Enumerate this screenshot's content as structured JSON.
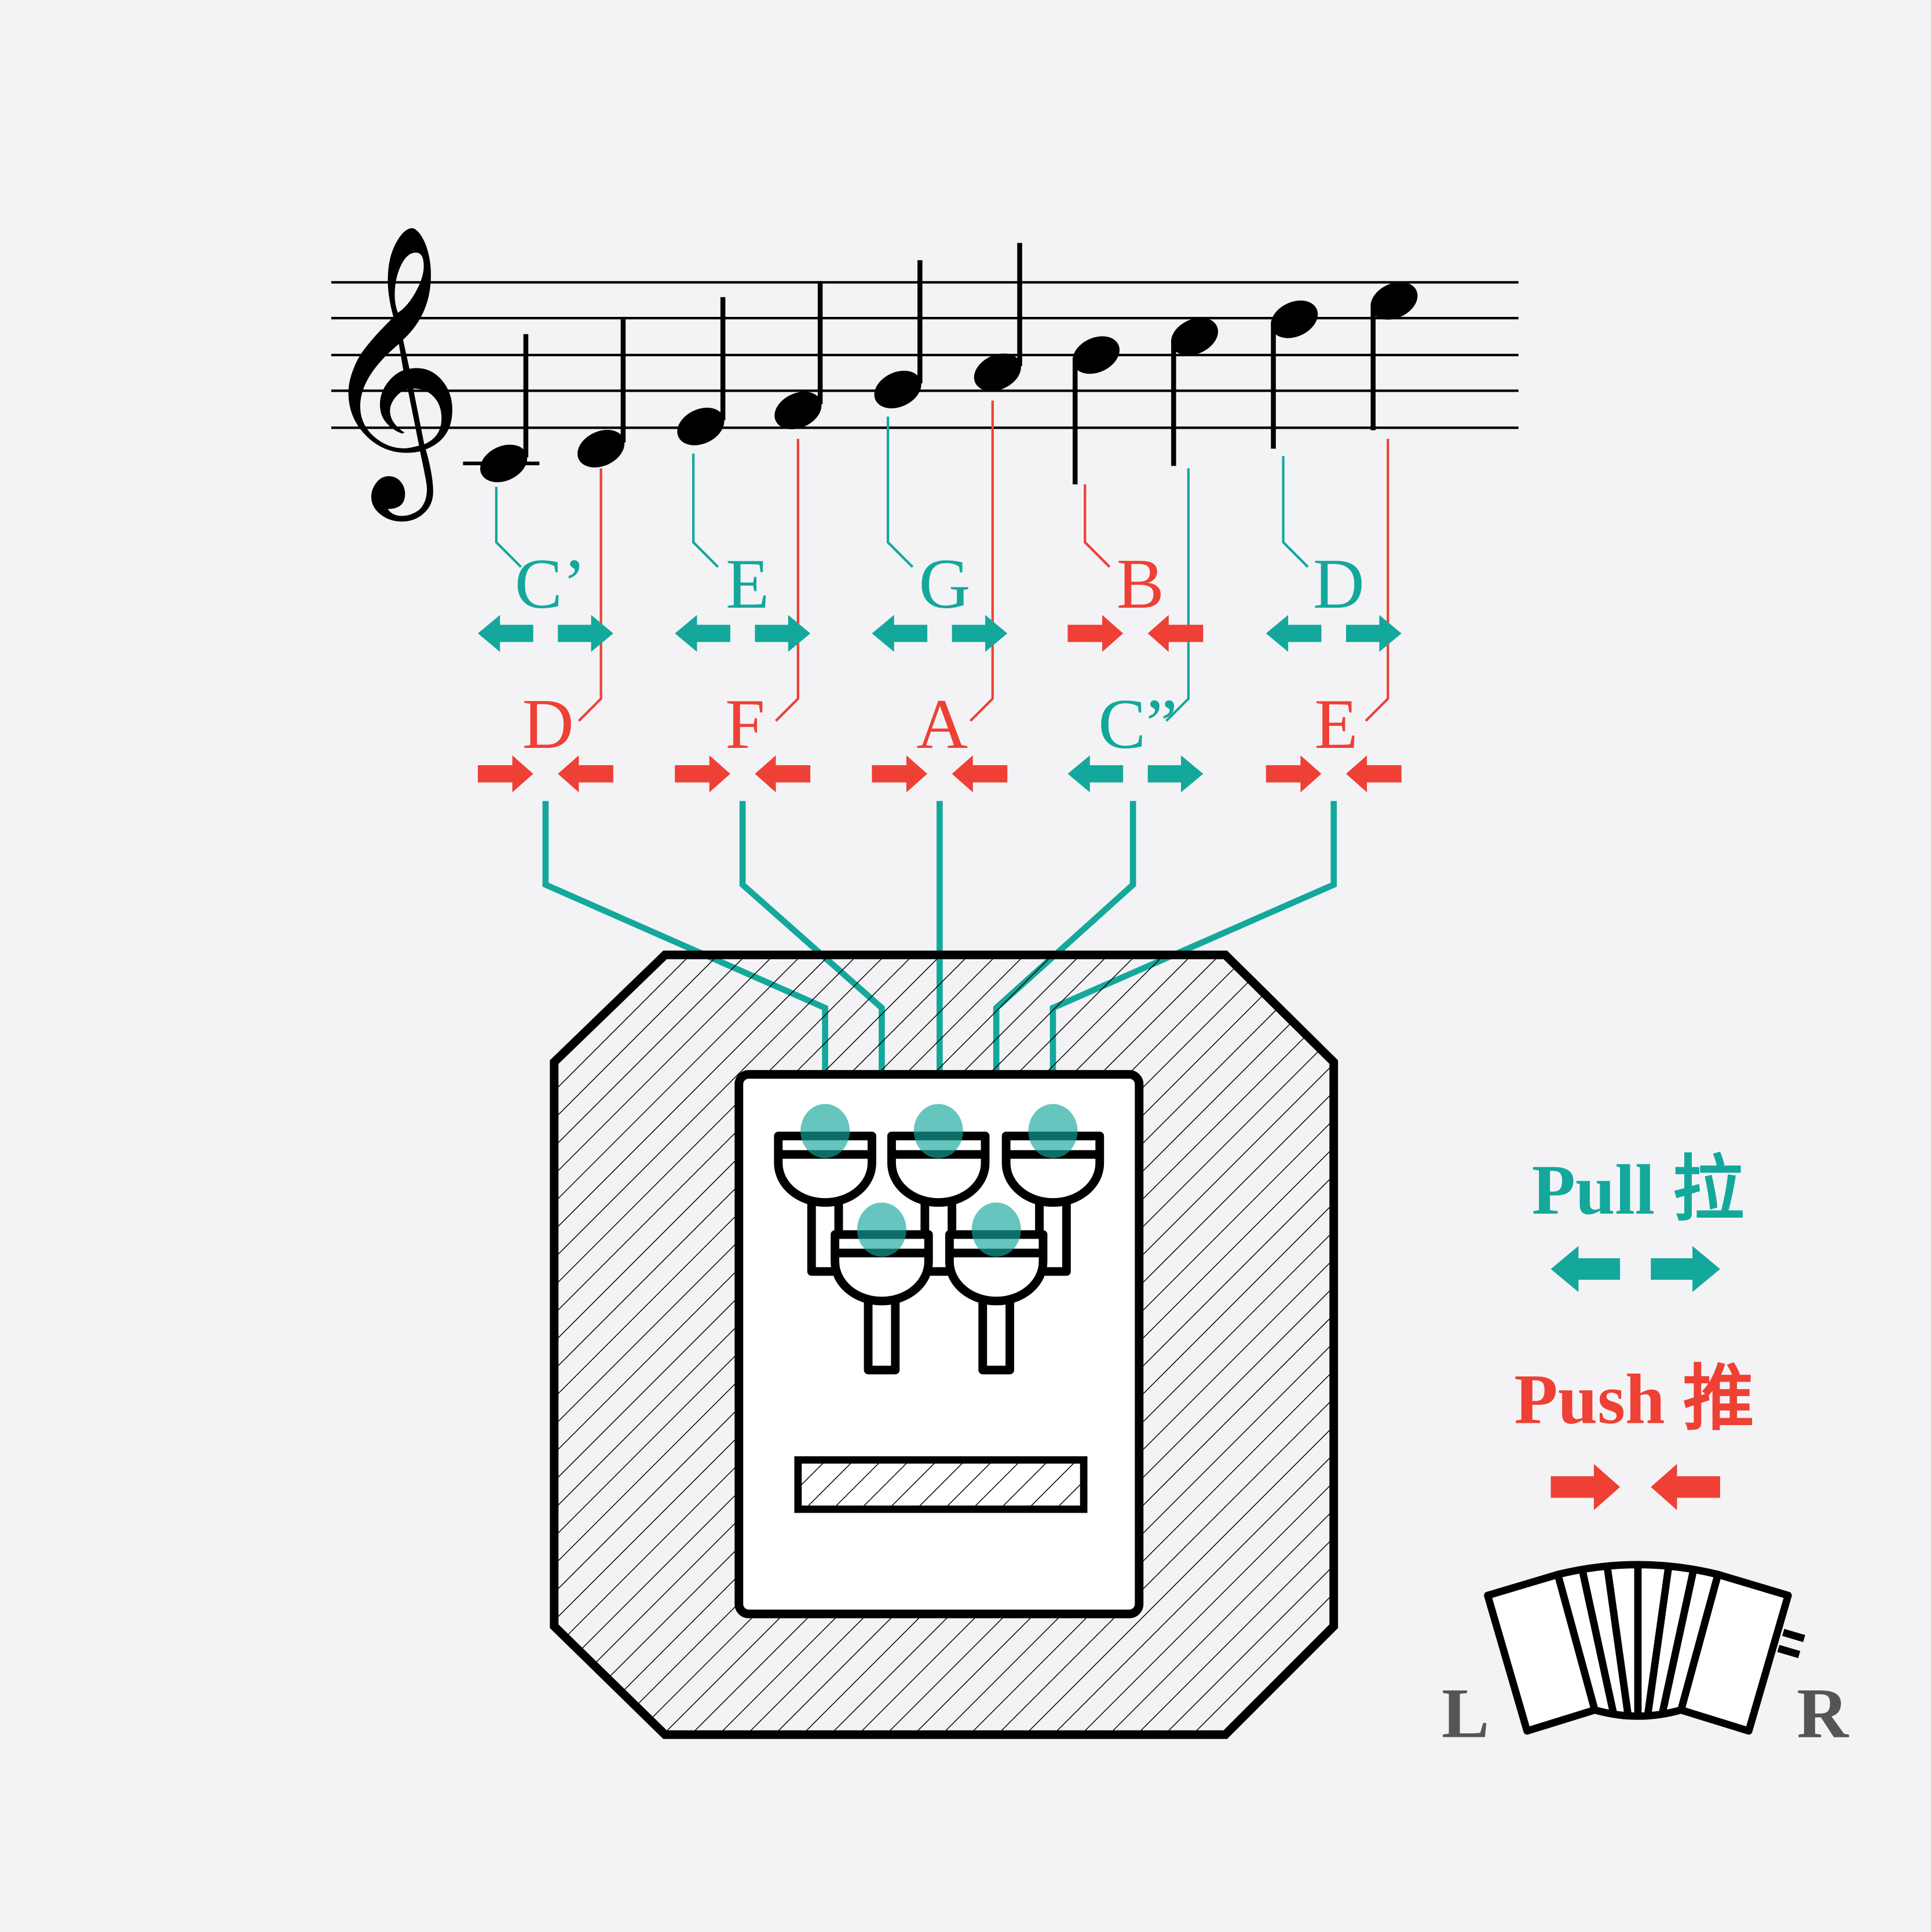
{
  "colors": {
    "pull": "#14a89c",
    "push": "#ee4035",
    "ink": "#000000",
    "background": "#f3f3f5",
    "lr": "#555555"
  },
  "staff": {
    "clef": "𝄞"
  },
  "columns": [
    {
      "top": {
        "note": "C’",
        "mode": "pull"
      },
      "bottom": {
        "note": "D",
        "mode": "push"
      }
    },
    {
      "top": {
        "note": "E",
        "mode": "pull"
      },
      "bottom": {
        "note": "F",
        "mode": "push"
      }
    },
    {
      "top": {
        "note": "G",
        "mode": "pull"
      },
      "bottom": {
        "note": "A",
        "mode": "push"
      }
    },
    {
      "top": {
        "note": "B",
        "mode": "push"
      },
      "bottom": {
        "note": "C”",
        "mode": "pull"
      }
    },
    {
      "top": {
        "note": "D",
        "mode": "pull"
      },
      "bottom": {
        "note": "E",
        "mode": "push"
      }
    }
  ],
  "legend": {
    "pull_label": "Pull 拉",
    "push_label": "Push 推"
  },
  "accordion": {
    "left_label": "L",
    "right_label": "R"
  }
}
